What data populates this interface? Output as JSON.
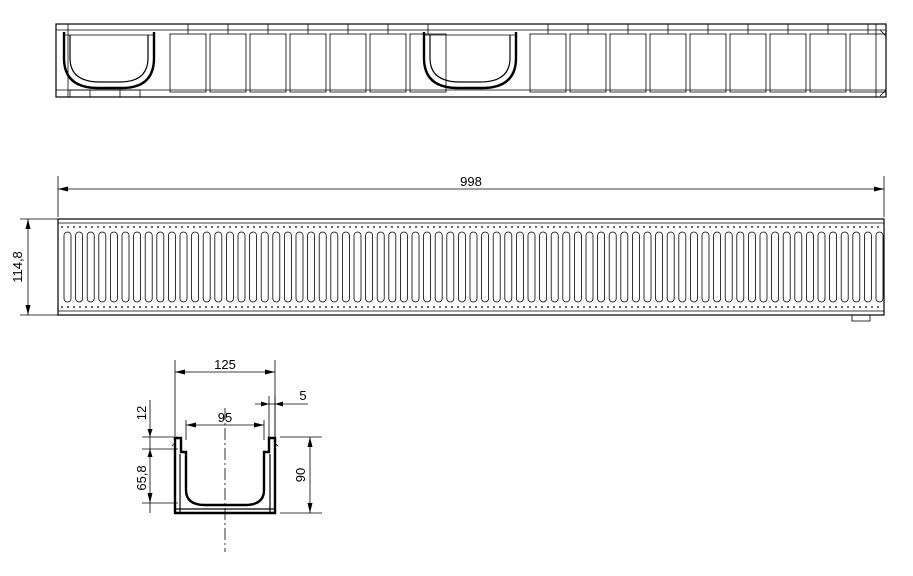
{
  "dimensions": {
    "length": "998",
    "height": "114,8",
    "outer_width": "125",
    "inner_width": "95",
    "wall": "5",
    "rim": "12",
    "channel_depth": "65,8",
    "total_depth": "90"
  }
}
